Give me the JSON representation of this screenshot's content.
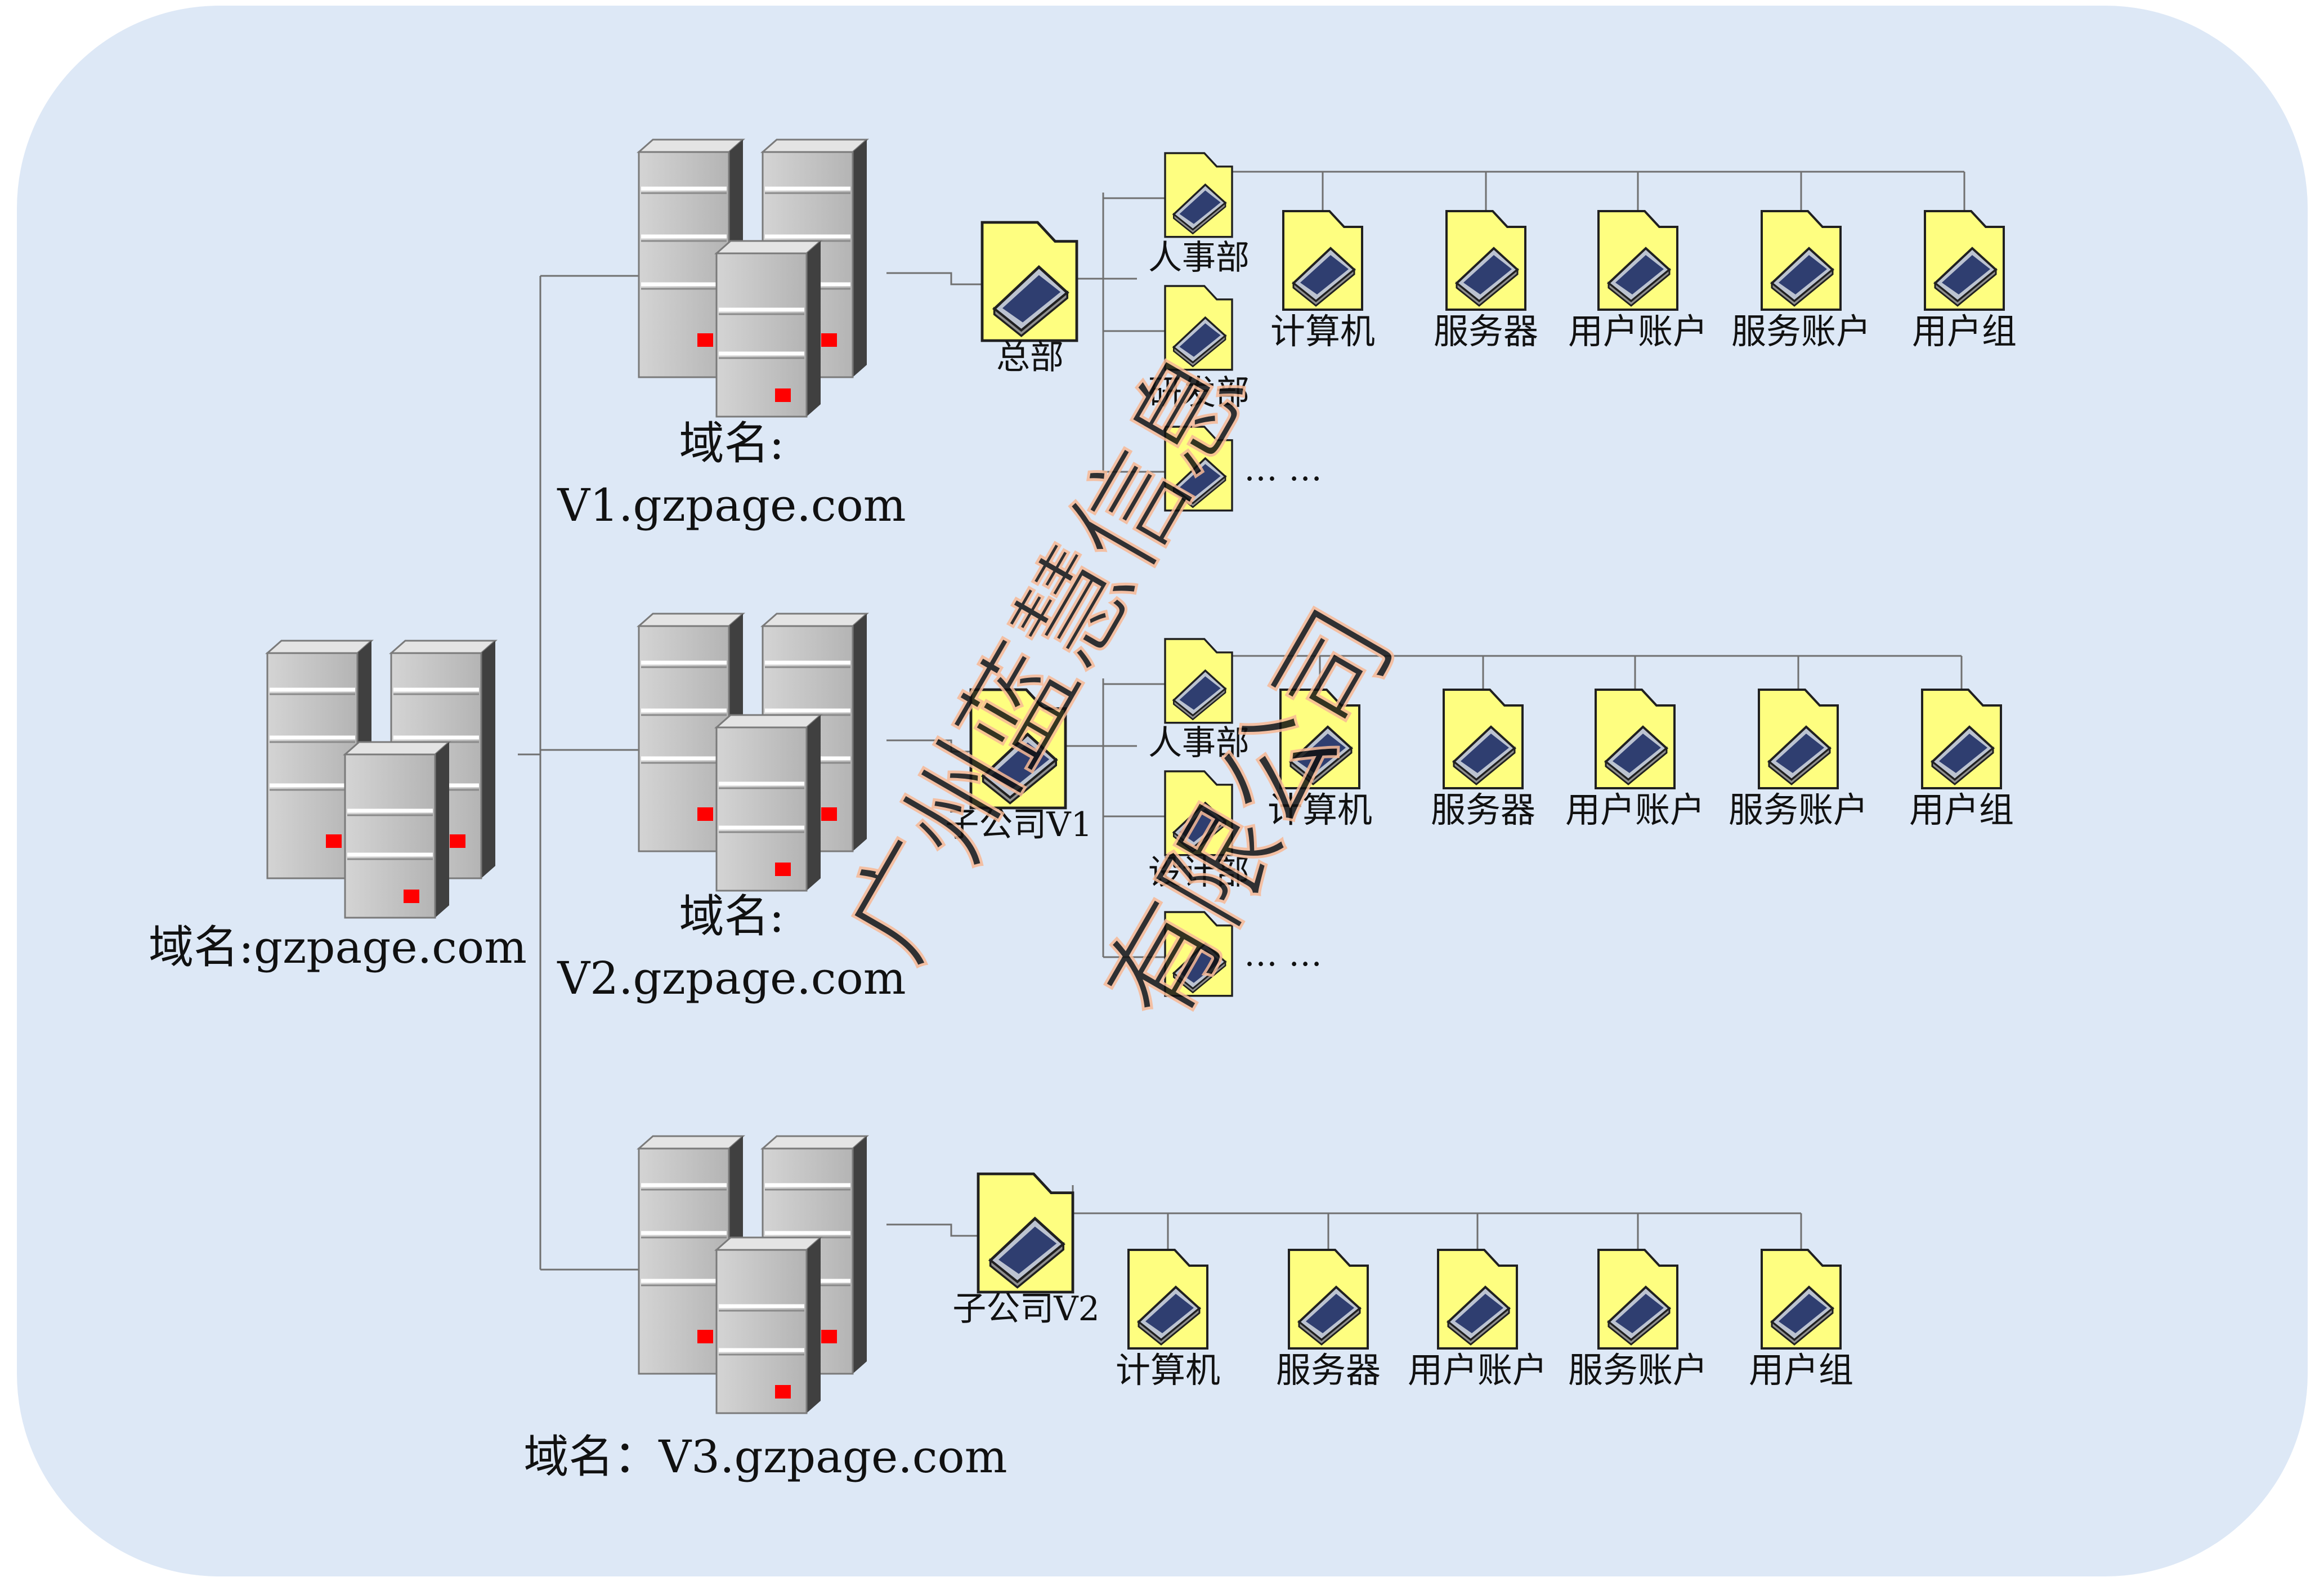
{
  "colors": {
    "background": "#dde8f6",
    "folder": "#fefe80",
    "server": "#c0c0c0",
    "indicator": "#ff0000",
    "connector": "#707070",
    "watermark": "#f7b995"
  },
  "root": {
    "label": "域名:gzpage.com"
  },
  "domains": [
    {
      "id": "v1",
      "label_line1": "域名:",
      "label_line2": "V1.gzpage.com",
      "org_unit": "总部",
      "subunits": [
        "人事部",
        "研发部",
        "… …"
      ],
      "containers": [
        "计算机",
        "服务器",
        "用户账户",
        "服务账户",
        "用户组"
      ]
    },
    {
      "id": "v2",
      "label_line1": "域名:",
      "label_line2": "V2.gzpage.com",
      "org_unit": "子公司V1",
      "subunits": [
        "人事部",
        "设计部",
        "… …"
      ],
      "containers": [
        "计算机",
        "服务器",
        "用户账户",
        "服务账户",
        "用户组"
      ]
    },
    {
      "id": "v3",
      "label_line1": "域名：V3.gzpage.com",
      "org_unit": "子公司V2",
      "containers": [
        "计算机",
        "服务器",
        "用户账户",
        "服务账户",
        "用户组"
      ]
    }
  ],
  "watermark": {
    "line1": "广州蓝慧信息",
    "line2": "有限公司"
  }
}
